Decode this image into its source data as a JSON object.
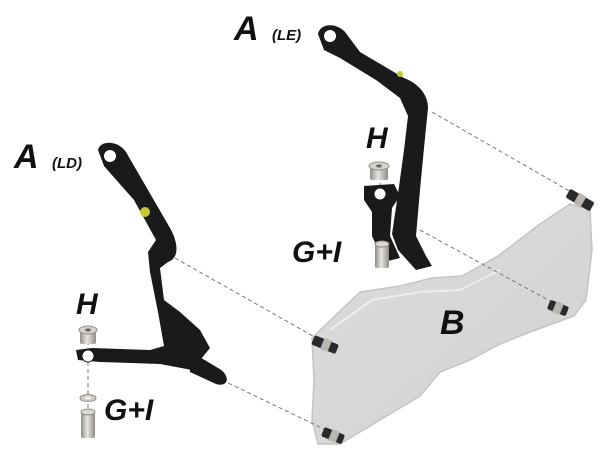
{
  "labels": {
    "bracket_left_letter": "A",
    "bracket_left_side": "(LD)",
    "bracket_right_letter": "A",
    "bracket_right_side": "(LE)",
    "bolt_left": "H",
    "bolt_right": "H",
    "washer_left": "G+I",
    "washer_right": "G+I",
    "panel": "B"
  },
  "colors": {
    "bracket": "#1a1a1a",
    "panel": "#d9d9d9",
    "panel_edge": "#c7c7c7",
    "bolt_metal": "#b9b6b2",
    "dashed_line": "#777777"
  }
}
